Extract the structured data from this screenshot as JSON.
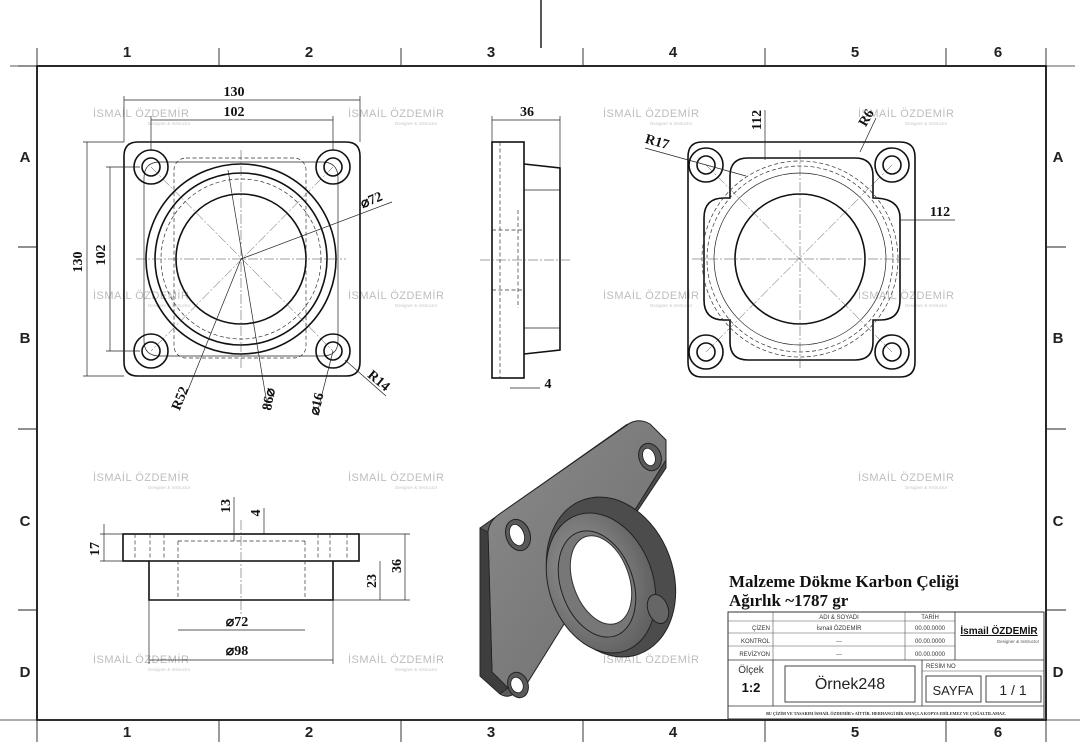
{
  "zones": {
    "columns": [
      "1",
      "2",
      "3",
      "4",
      "5",
      "6"
    ],
    "rows": [
      "A",
      "B",
      "C",
      "D"
    ]
  },
  "watermark": {
    "name": "İSMAİL ÖZDEMİR",
    "subtitle": "Designer & Instructor"
  },
  "dimensions": {
    "top_width_outer": "130",
    "top_width_inner": "102",
    "top_height_outer": "130",
    "top_height_inner": "102",
    "bore_dia": "⌀72",
    "radius_52": "R52",
    "pcd_86": "86⌀",
    "hole_dia": "⌀16",
    "radius_14": "R14",
    "side_width": "36",
    "side_flange": "4",
    "rear_112_v": "112",
    "rear_112_h": "112",
    "rear_r6": "R6",
    "rear_r17": "R17",
    "front_13": "13",
    "front_4": "4",
    "front_17": "17",
    "front_23": "23",
    "front_36": "36",
    "front_dia72": "⌀72",
    "front_dia98": "⌀98"
  },
  "notes": {
    "material": "Malzeme Dökme Karbon Çeliği",
    "weight": "Ağırlık ~1787 gr"
  },
  "title_block": {
    "header_name": "ADI & SOYADI",
    "header_date": "TARİH",
    "rows": [
      {
        "label": "ÇİZEN",
        "name": "İsmail ÖZDEMİR",
        "date": "00.00.0000"
      },
      {
        "label": "KONTROL",
        "name": "---",
        "date": "00.00.0000"
      },
      {
        "label": "REVİZYON",
        "name": "---",
        "date": "00.00.0000"
      }
    ],
    "brand": "İsmail ÖZDEMİR",
    "brand_sub": "Designer & Instructor",
    "scale_label": "Ölçek",
    "scale_value": "1:2",
    "drawing_no": "Örnek248",
    "resim_no_label": "RESİM NO",
    "sheet_label": "SAYFA",
    "sheet_value": "1 / 1",
    "footer": "BU ÇİZİM VE TASARIM İSMAİL ÖZDEMİR'e AİTTİR. HERHANGİ BİR AMAÇLA KOPYA EDİLEMEZ VE ÇOĞALTILAMAZ."
  }
}
